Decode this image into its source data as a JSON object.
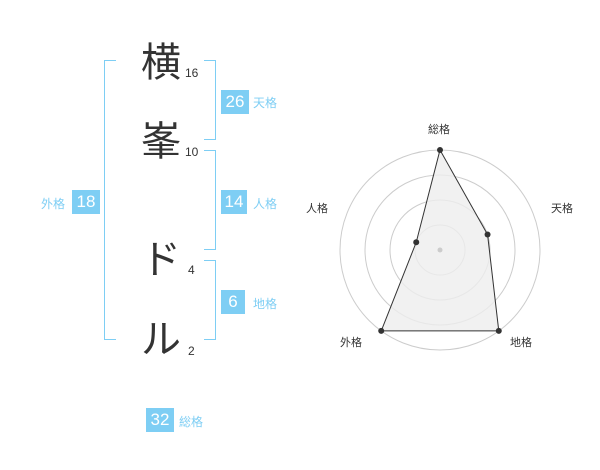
{
  "name": {
    "chars": [
      {
        "char": "横",
        "strokes": "16"
      },
      {
        "char": "峯",
        "strokes": "10"
      },
      {
        "char": "ド",
        "strokes": "4"
      },
      {
        "char": "ル",
        "strokes": "2"
      }
    ]
  },
  "fortunes": {
    "tenkaku": {
      "value": "26",
      "label": "天格"
    },
    "jinkaku": {
      "value": "14",
      "label": "人格"
    },
    "chikaku": {
      "value": "6",
      "label": "地格"
    },
    "gaikaku": {
      "value": "18",
      "label": "外格"
    },
    "soukaku": {
      "value": "32",
      "label": "総格"
    }
  },
  "radar": {
    "axes": [
      "総格",
      "天格",
      "地格",
      "外格",
      "人格"
    ],
    "values": [
      4,
      2,
      4,
      4,
      1
    ],
    "max": 4,
    "rings": 4
  },
  "colors": {
    "accent": "#7ecef4",
    "text": "#333333",
    "grid": "#cccccc",
    "fill": "#eeeeee"
  }
}
